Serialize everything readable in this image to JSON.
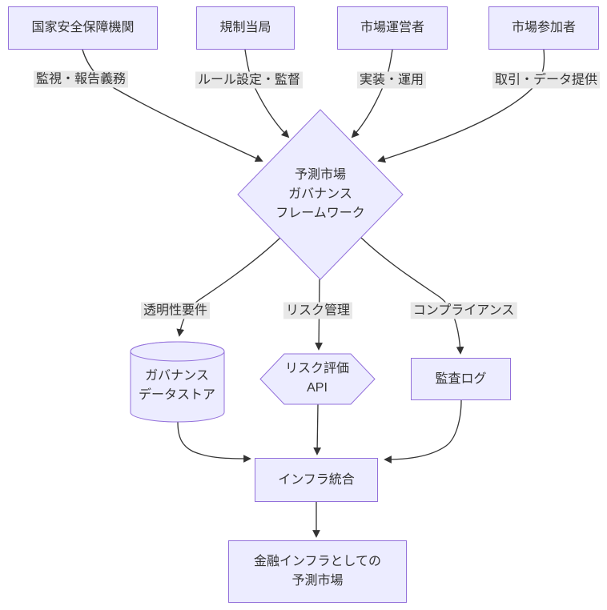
{
  "diagram": {
    "type": "flowchart",
    "direction": "top-down",
    "description": "予測市場ガバナンスフレームワーク図"
  },
  "colors": {
    "node_fill": "#ECECFF",
    "node_border": "#9370DB",
    "edge_line": "#333333",
    "edge_label_bg": "#e8e8e8",
    "text": "#333333",
    "background": "#ffffff"
  },
  "nodes": {
    "national_security": {
      "label": "国家安全保障機関",
      "shape": "rectangle"
    },
    "regulator": {
      "label": "規制当局",
      "shape": "rectangle"
    },
    "market_operator": {
      "label": "市場運営者",
      "shape": "rectangle"
    },
    "market_participant": {
      "label": "市場参加者",
      "shape": "rectangle"
    },
    "governance_framework": {
      "label": "予測市場\nガバナンス\nフレームワーク",
      "shape": "diamond"
    },
    "governance_datastore": {
      "label": "ガバナンス\nデータストア",
      "shape": "cylinder"
    },
    "risk_api": {
      "label": "リスク評価\nAPI",
      "shape": "hexagon"
    },
    "audit_log": {
      "label": "監査ログ",
      "shape": "rectangle"
    },
    "infra_integration": {
      "label": "インフラ統合",
      "shape": "rectangle"
    },
    "prediction_market_infra": {
      "label": "金融インフラとしての\n予測市場",
      "shape": "rectangle"
    }
  },
  "edges": [
    {
      "from": "national_security",
      "to": "governance_framework",
      "label": "監視・報告義務"
    },
    {
      "from": "regulator",
      "to": "governance_framework",
      "label": "ルール設定・監督"
    },
    {
      "from": "market_operator",
      "to": "governance_framework",
      "label": "実装・運用"
    },
    {
      "from": "market_participant",
      "to": "governance_framework",
      "label": "取引・データ提供"
    },
    {
      "from": "governance_framework",
      "to": "governance_datastore",
      "label": "透明性要件"
    },
    {
      "from": "governance_framework",
      "to": "risk_api",
      "label": "リスク管理"
    },
    {
      "from": "governance_framework",
      "to": "audit_log",
      "label": "コンプライアンス"
    },
    {
      "from": "governance_datastore",
      "to": "infra_integration",
      "label": ""
    },
    {
      "from": "risk_api",
      "to": "infra_integration",
      "label": ""
    },
    {
      "from": "audit_log",
      "to": "infra_integration",
      "label": ""
    },
    {
      "from": "infra_integration",
      "to": "prediction_market_infra",
      "label": ""
    }
  ],
  "edge_labels": {
    "monitoring": "監視・報告義務",
    "rules": "ルール設定・監督",
    "implementation": "実装・運用",
    "trading": "取引・データ提供",
    "transparency": "透明性要件",
    "risk": "リスク管理",
    "compliance": "コンプライアンス"
  }
}
